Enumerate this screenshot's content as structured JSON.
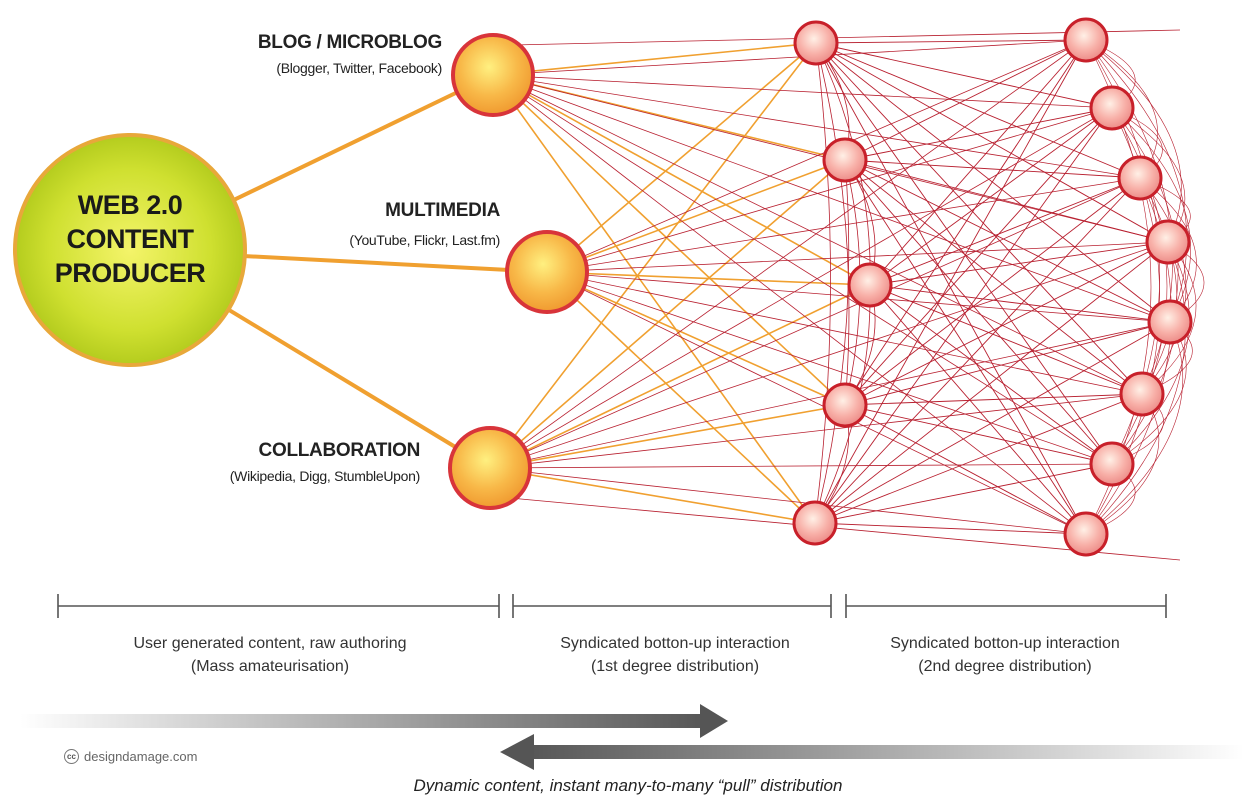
{
  "hub": {
    "lines": [
      "WEB 2.0",
      "CONTENT",
      "PRODUCER"
    ]
  },
  "sources": [
    {
      "title": "BLOG / MICROBLOG",
      "subtitle": "(Blogger, Twitter, Facebook)"
    },
    {
      "title": "MULTIMEDIA",
      "subtitle": "(YouTube, Flickr, Last.fm)"
    },
    {
      "title": "COLLABORATION",
      "subtitle": "(Wikipedia, Digg, StumbleUpon)"
    }
  ],
  "phases": [
    {
      "line1": "User generated content, raw authoring",
      "line2": "(Mass amateurisation)"
    },
    {
      "line1": "Syndicated botton-up interaction",
      "line2": "(1st degree distribution)"
    },
    {
      "line1": "Syndicated botton-up interaction",
      "line2": "(2nd degree distribution)"
    }
  ],
  "brand": {
    "icon": "cc-icon",
    "text": "designdamage.com"
  },
  "caption": "Dynamic content, instant many-to-many “pull” distribution",
  "colors": {
    "hub_fill": "#c8dc2a",
    "hub_stroke": "#e8a83a",
    "source_fill": "#f8b040",
    "source_stroke": "#d8343a",
    "node_fill": "#f4a0a0",
    "node_stroke": "#c8202a",
    "link_orange": "#f0a030",
    "link_red": "#b82030"
  }
}
